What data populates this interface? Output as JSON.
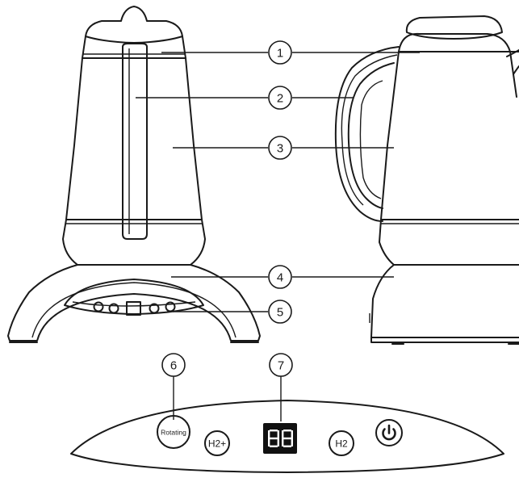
{
  "callouts": [
    {
      "number": "1"
    },
    {
      "number": "2"
    },
    {
      "number": "3"
    },
    {
      "number": "4"
    },
    {
      "number": "5"
    },
    {
      "number": "6"
    },
    {
      "number": "7"
    }
  ],
  "control_panel": {
    "rotating_label": "Rotating",
    "h2plus_label": "H2+",
    "h2_label": "H2",
    "display_text": "88",
    "power_icon": "power-icon"
  },
  "colors": {
    "ink": "#1a1a1a",
    "display_bg": "#111111",
    "display_digits": "#ffffff"
  }
}
